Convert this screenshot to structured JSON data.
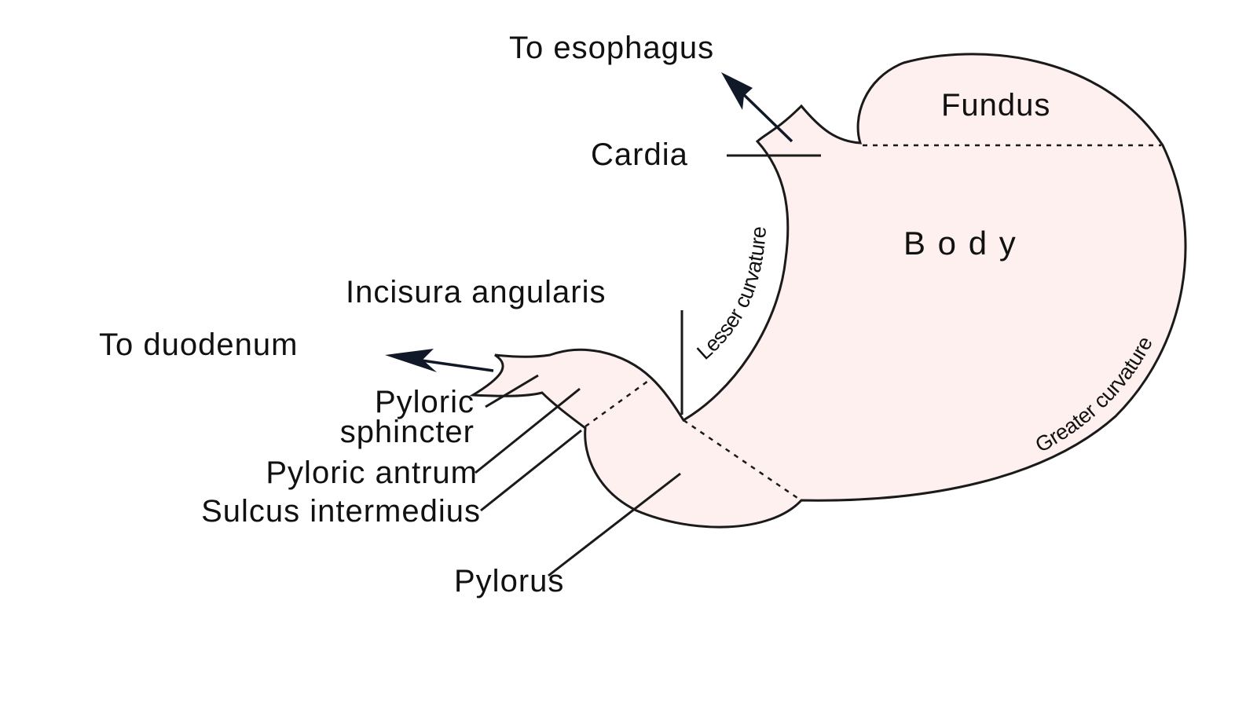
{
  "diagram": {
    "colors": {
      "fill": "#fdf0ef",
      "line": "#1a1a1a",
      "arrow": "#111827"
    },
    "labels": {
      "to_esophagus": "To esophagus",
      "fundus": "Fundus",
      "cardia": "Cardia",
      "body": "B o d y",
      "incisura_angularis": "Incisura angularis",
      "to_duodenum": "To duodenum",
      "pyloric_sphincter_line1": "Pyloric",
      "pyloric_sphincter_line2": "sphincter",
      "pyloric_antrum": "Pyloric antrum",
      "sulcus_intermedius": "Sulcus intermedius",
      "pylorus": "Pylorus",
      "lesser_curvature": "Lesser curvature",
      "greater_curvature": "Greater curvature"
    }
  }
}
